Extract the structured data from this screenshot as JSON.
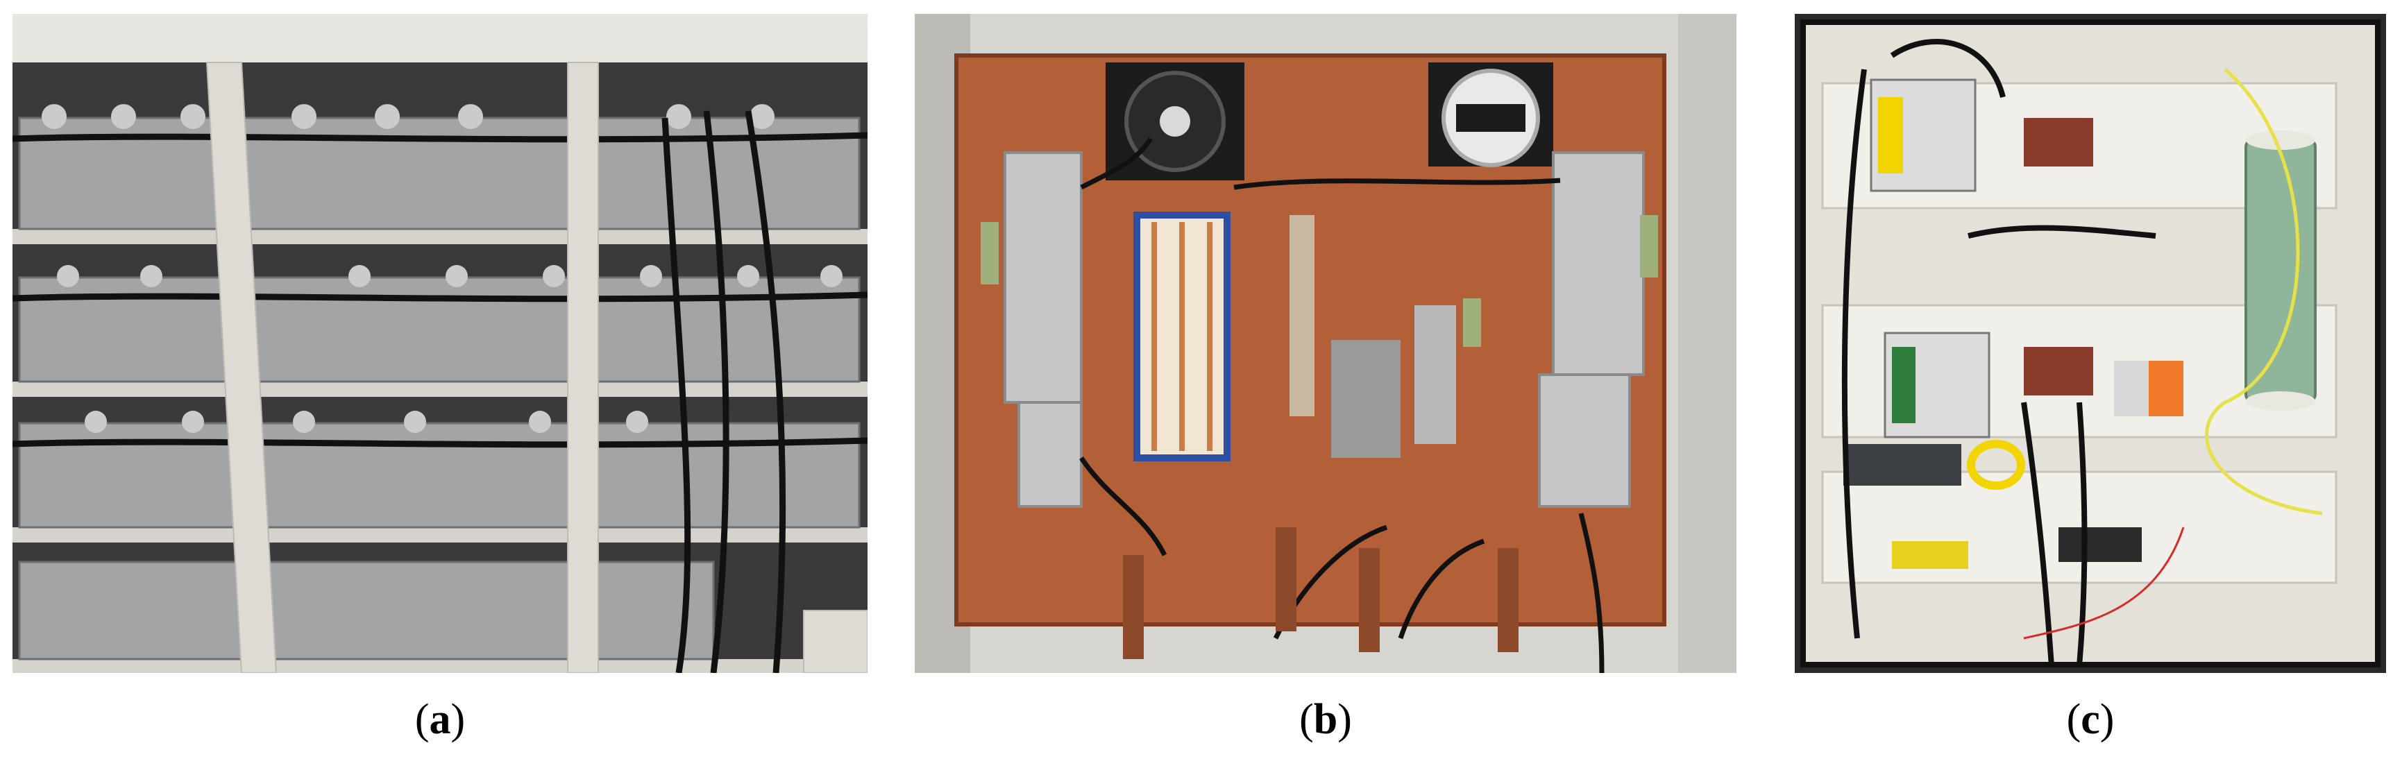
{
  "figure": {
    "panels": [
      {
        "id": "a",
        "caption_open": "(",
        "caption_letter": "a",
        "caption_close": ")"
      },
      {
        "id": "b",
        "caption_open": "(",
        "caption_letter": "b",
        "caption_close": ")"
      },
      {
        "id": "c",
        "caption_open": "(",
        "caption_letter": "c",
        "caption_close": ")"
      }
    ]
  },
  "colors": {
    "battery_gray": "#9a9c9e",
    "cabinet_frame": "#d9d6cf",
    "panel_board": "#b8603a",
    "cable_black": "#111111",
    "breaker_yellow": "#f2d400",
    "resistor_green": "#8fb59a"
  }
}
